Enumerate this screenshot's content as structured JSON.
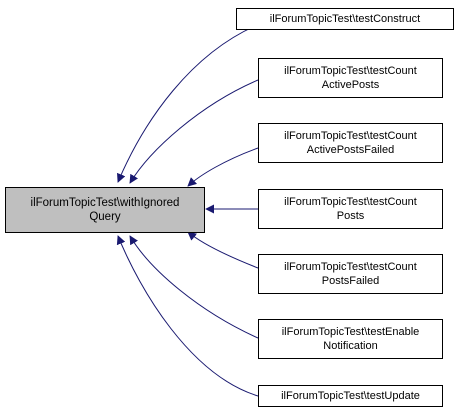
{
  "focus": {
    "line1": "ilForumTopicTest\\withIgnored",
    "line2": "Query"
  },
  "callers": [
    {
      "line1": "ilForumTopicTest\\testConstruct",
      "line2": ""
    },
    {
      "line1": "ilForumTopicTest\\testCount",
      "line2": "ActivePosts"
    },
    {
      "line1": "ilForumTopicTest\\testCount",
      "line2": "ActivePostsFailed"
    },
    {
      "line1": "ilForumTopicTest\\testCount",
      "line2": "Posts"
    },
    {
      "line1": "ilForumTopicTest\\testCount",
      "line2": "PostsFailed"
    },
    {
      "line1": "ilForumTopicTest\\testEnable",
      "line2": "Notification"
    },
    {
      "line1": "ilForumTopicTest\\testUpdate",
      "line2": ""
    }
  ],
  "colors": {
    "edge": "#191970",
    "focus_fill": "#bfbfbf",
    "border": "#000000"
  }
}
